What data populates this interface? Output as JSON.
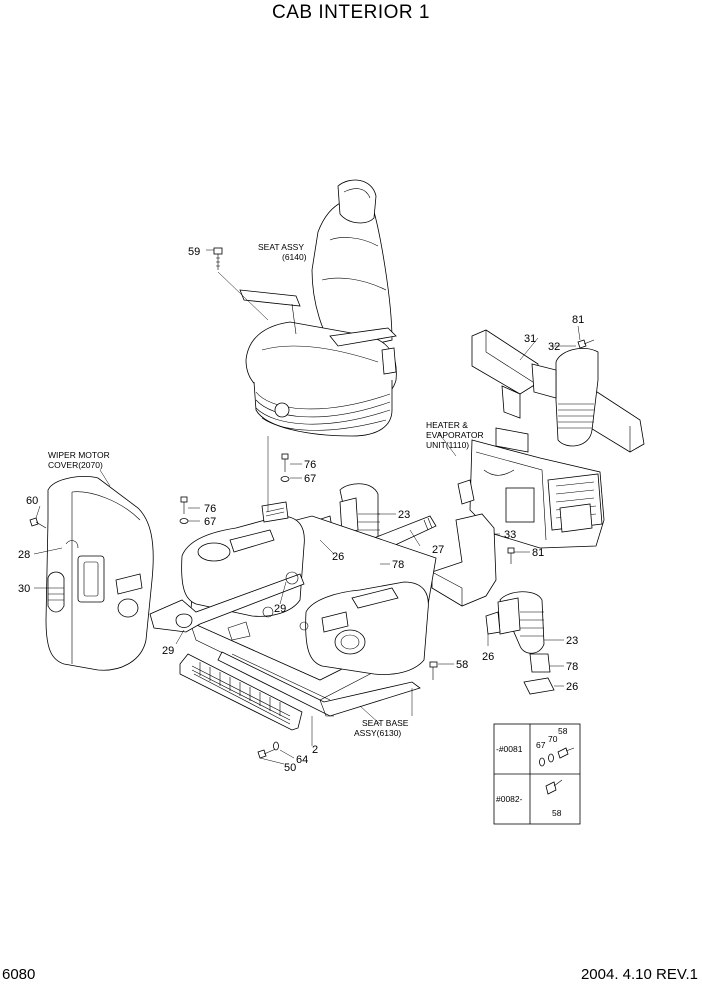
{
  "title": "CAB INTERIOR 1",
  "page_number": "6080",
  "revision": "2004. 4.10  REV.1",
  "captions": {
    "seat_assy_1": "SEAT ASSY",
    "seat_assy_2": "(6140)",
    "heater_1": "HEATER &",
    "heater_2": "EVAPORATOR",
    "heater_3": "UNIT(1110)",
    "wiper_1": "WIPER MOTOR",
    "wiper_2": "COVER(2070)",
    "seat_base_1": "SEAT BASE",
    "seat_base_2": "ASSY(6130)"
  },
  "callouts": {
    "c59": "59",
    "c81a": "81",
    "c31": "31",
    "c32": "32",
    "c76a": "76",
    "c67a": "67",
    "c76b": "76",
    "c67b": "67",
    "c60": "60",
    "c28": "28",
    "c30": "30",
    "c29a": "29",
    "c29b": "29",
    "c23a": "23",
    "c26a": "26",
    "c78a": "78",
    "c27": "27",
    "c33": "33",
    "c81b": "81",
    "c23b": "23",
    "c26b": "26",
    "c78b": "78",
    "c26c": "26",
    "c58": "58",
    "c2": "2",
    "c64": "64",
    "c50": "50"
  },
  "inset": {
    "row1_label": "-#0081",
    "row2_label": "#0082-",
    "r1_58": "58",
    "r1_70": "70",
    "r1_67": "67",
    "r2_58": "58"
  }
}
